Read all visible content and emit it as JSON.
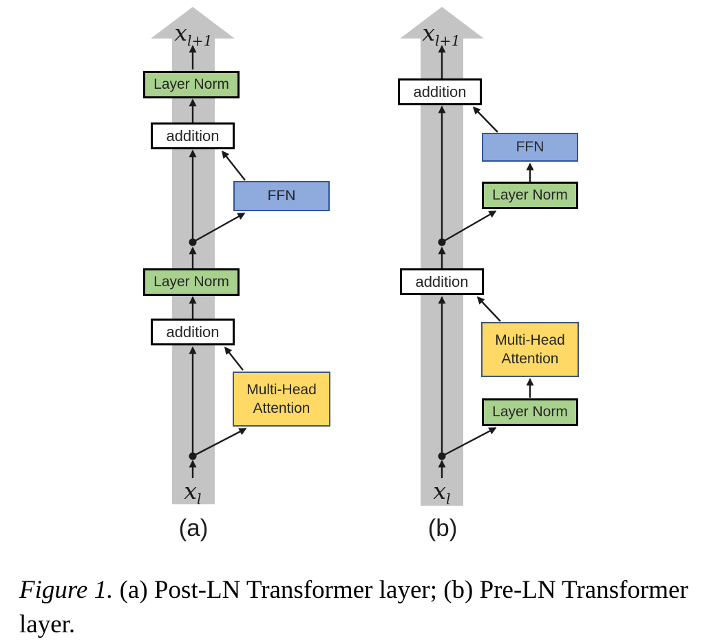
{
  "colors": {
    "band_gray": "#c4c4c4",
    "layer_norm_fill": "#a9d18e",
    "layer_norm_border": "#000000",
    "addition_fill": "#ffffff",
    "addition_border": "#000000",
    "ffn_fill": "#8faadc",
    "ffn_border": "#2e5597",
    "attention_fill": "#ffd966",
    "attention_border": "#41547a",
    "ink": "#262626"
  },
  "panel_a": {
    "label": "(a)",
    "output_var": {
      "base": "x",
      "sub": "l+1"
    },
    "input_var": {
      "base": "x",
      "sub": "l"
    },
    "layer_norm_top": "Layer Norm",
    "addition_upper": "addition",
    "ffn": "FFN",
    "layer_norm_mid": "Layer Norm",
    "addition_lower": "addition",
    "attention": "Multi-Head Attention"
  },
  "panel_b": {
    "label": "(b)",
    "output_var": {
      "base": "x",
      "sub": "l+1"
    },
    "input_var": {
      "base": "x",
      "sub": "l"
    },
    "addition_upper": "addition",
    "ffn": "FFN",
    "layer_norm_upper": "Layer Norm",
    "addition_lower": "addition",
    "attention": "Multi-Head Attention",
    "layer_norm_lower": "Layer Norm"
  },
  "caption": {
    "figure_label": "Figure 1.",
    "text": " (a) Post-LN Transformer layer; (b) Pre-LN Transformer layer."
  }
}
